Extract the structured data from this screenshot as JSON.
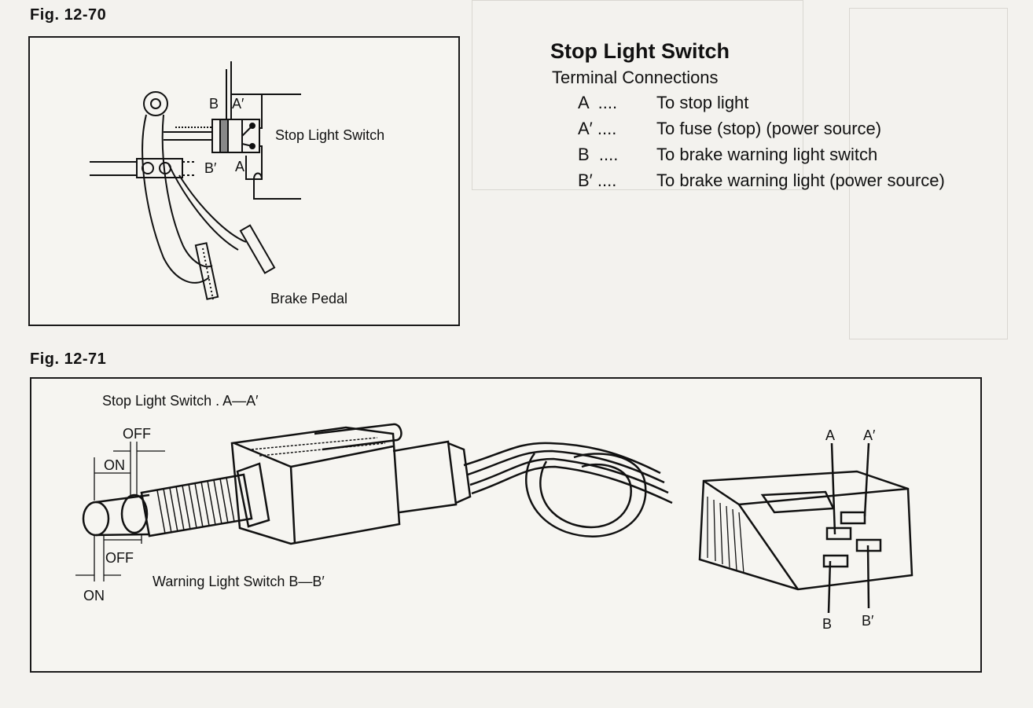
{
  "fig1": {
    "label": "Fig. 12-70",
    "labels": {
      "B": "B",
      "Aprime": "A′",
      "Bprime": "B′",
      "A": "A",
      "switch": "Stop Light Switch",
      "pedal": "Brake Pedal"
    }
  },
  "terminals": {
    "title": "Stop Light Switch",
    "subtitle": "Terminal Connections",
    "rows": [
      {
        "term": "A  ....",
        "desc": "To stop light"
      },
      {
        "term": "A′ ....",
        "desc": "To fuse (stop) (power source)"
      },
      {
        "term": "B  ....",
        "desc": "To brake warning light switch"
      },
      {
        "term": "B′ ....",
        "desc": "To brake warning light (power source)"
      }
    ]
  },
  "fig2": {
    "label": "Fig. 12-71",
    "labels": {
      "stop": "Stop Light Switch . A—A′",
      "off1": "OFF",
      "on1": "ON",
      "off2": "OFF",
      "on2": "ON",
      "warn": "Warning Light Switch B—B′",
      "A": "A",
      "Aprime": "A′",
      "B": "B",
      "Bprime": "B′"
    }
  },
  "colors": {
    "ink": "#111111",
    "paper": "#f3f2ee",
    "ghost": "#cfcdc7"
  }
}
